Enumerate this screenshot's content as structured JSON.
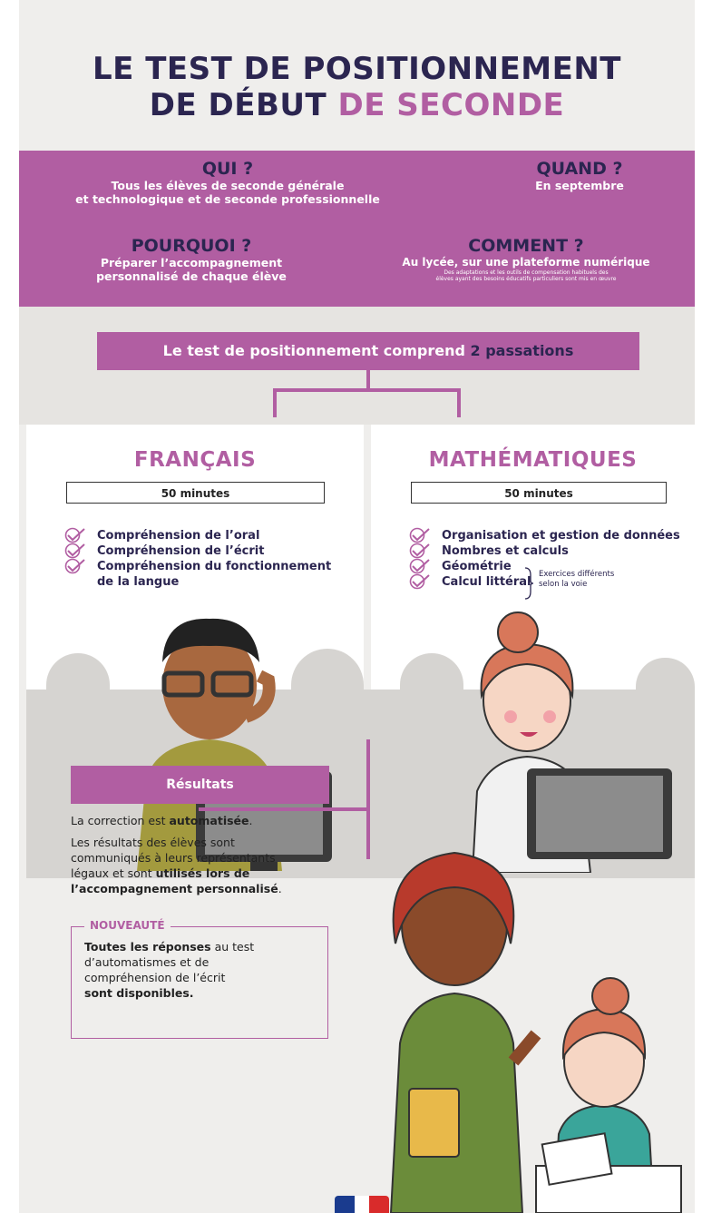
{
  "header": {
    "title_line1": "LE TEST DE POSITIONNEMENT",
    "title_line2_part1": "DE DÉBUT",
    "title_line2_part2": "DE SECONDE"
  },
  "info": {
    "qui": {
      "heading": "QUI ?",
      "line1": "Tous les élèves de seconde générale",
      "line2": "et technologique et de seconde professionnelle"
    },
    "quand": {
      "heading": "QUAND ?",
      "line1": "En septembre"
    },
    "pourquoi": {
      "heading": "POURQUOI ?",
      "line1": "Préparer l’accompagnement",
      "line2": "personnalisé de chaque élève"
    },
    "comment": {
      "heading": "COMMENT ?",
      "line1": "Au lycée, sur une plateforme numérique",
      "small1": "Des adaptations et les outils de compensation habituels des",
      "small2": "élèves ayant des besoins éducatifs particuliers sont mis en œuvre"
    }
  },
  "passations": {
    "text_before": "Le test de positionnement comprend",
    "highlight": "2 passations"
  },
  "francais": {
    "title": "FRANÇAIS",
    "duration": "50 minutes",
    "items": [
      "Compréhension de l’oral",
      "Compréhension de l’écrit",
      "Compréhension du fonctionnement",
      "de la langue"
    ]
  },
  "maths": {
    "title": "MATHÉMATIQUES",
    "duration": "50 minutes",
    "items": [
      "Organisation et gestion de données",
      "Nombres et calculs",
      "Géométrie",
      "Calcul littéral"
    ],
    "note_line1": "Exercices différents",
    "note_line2": "selon la voie"
  },
  "resultats": {
    "heading": "Résultats",
    "p1_before": "La correction est",
    "p1_bold": "automatisée",
    "p1_after": ".",
    "p2_line1": "Les résultats des élèves sont",
    "p2_line2": "communiqués à leurs représentants",
    "p2_line3_normal": "légaux et sont",
    "p2_line3_bold": "utilisés lors de",
    "p2_line4_bold": "l’accompagnement personnalisé",
    "p2_line4_after": "."
  },
  "nouveaute": {
    "label": "NOUVEAUTÉ",
    "line1_bold": "Toutes les réponses",
    "line1_after": "au test",
    "line2": "d’automatismes et de",
    "line3": "compréhension de l’écrit",
    "line4_bold": "sont disponibles."
  },
  "colors": {
    "purple": "#b15ea2",
    "navy": "#2b2550",
    "background": "#efeeec",
    "grey": "#e6e4e1"
  }
}
